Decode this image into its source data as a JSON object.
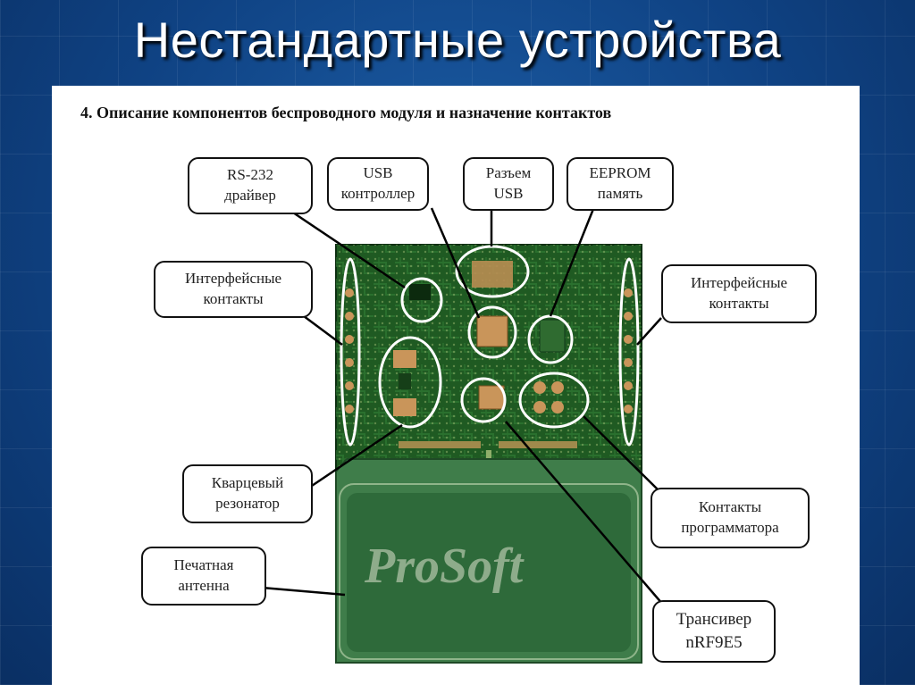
{
  "slide": {
    "title": "Нестандартные устройства"
  },
  "document": {
    "heading": "4. Описание компонентов беспроводного модуля и назначение контактов",
    "logo_text": "ProSoft",
    "callouts": {
      "rs232": [
        "RS-232",
        "драйвер"
      ],
      "usb_controller": [
        "USB",
        "контроллер"
      ],
      "usb_connector": [
        "Разъем",
        "USB"
      ],
      "eeprom": [
        "EEPROM",
        "память"
      ],
      "interface_left": [
        "Интерфейсные",
        "контакты"
      ],
      "interface_right": [
        "Интерфейсные",
        "контакты"
      ],
      "crystal": [
        "Кварцевый",
        "резонатор"
      ],
      "programmer": [
        "Контакты",
        "программатора"
      ],
      "antenna": [
        "Печатная",
        "антенна"
      ],
      "transceiver": [
        "Трансивер",
        "nRF9E5"
      ]
    }
  },
  "colors": {
    "background": "#0f4283",
    "pcb_green": "#1f5a22",
    "antenna_green": "#3f7d4a",
    "pad_copper": "#c9955a"
  }
}
